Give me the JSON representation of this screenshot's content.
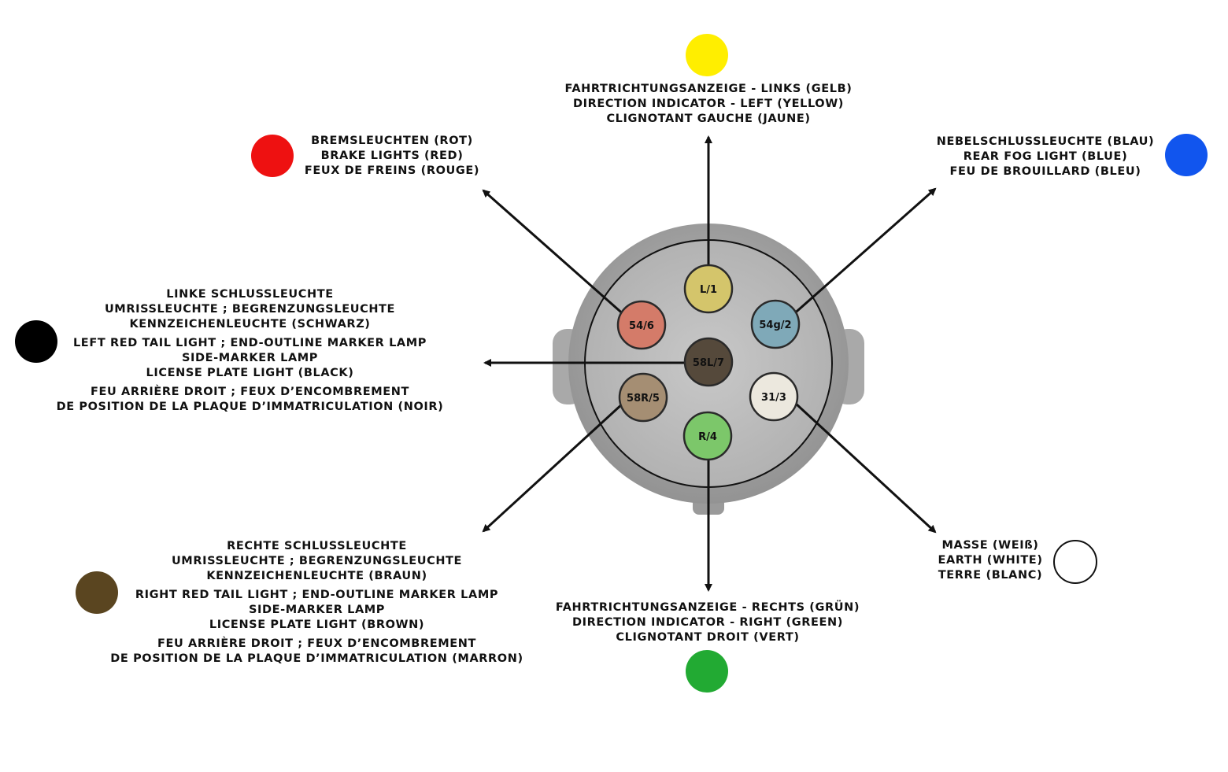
{
  "pins": [
    {
      "id": "L/1",
      "fill": "#d4c56b",
      "name": "yellow"
    },
    {
      "id": "54g/2",
      "fill": "#7fa9b8",
      "name": "blue"
    },
    {
      "id": "31/3",
      "fill": "#ece8de",
      "name": "white"
    },
    {
      "id": "R/4",
      "fill": "#7cc76a",
      "name": "green"
    },
    {
      "id": "58R/5",
      "fill": "#a58e73",
      "name": "brown"
    },
    {
      "id": "54/6",
      "fill": "#d47b69",
      "name": "red"
    },
    {
      "id": "58L/7",
      "fill": "#55493b",
      "name": "black"
    }
  ],
  "legend_colors": {
    "yellow": "#ffee00",
    "red": "#ee1111",
    "blue": "#1155ee",
    "black": "#000000",
    "brown": "#5a4520",
    "white": "#ffffff",
    "green": "#22aa33"
  },
  "labels": {
    "yellow": {
      "line1": "FAHRTRICHTUNGSANZEIGE - LINKS (GELB)",
      "line2": "DIRECTION INDICATOR - LEFT (YELLOW)",
      "line3": "CLIGNOTANT GAUCHE (JAUNE)"
    },
    "red": {
      "line1": "BREMSLEUCHTEN (ROT)",
      "line2": "BRAKE LIGHTS (RED)",
      "line3": "FEUX DE FREINS (ROUGE)"
    },
    "blue": {
      "line1": "NEBELSCHLUSSLEUCHTE (BLAU)",
      "line2": "REAR FOG LIGHT (BLUE)",
      "line3": "FEU DE BROUILLARD (BLEU)"
    },
    "black": {
      "line1": "LINKE SCHLUSSLEUCHTE",
      "line2": "UMRISSLEUCHTE ; BEGRENZUNGSLEUCHTE",
      "line3": "KENNZEICHENLEUCHTE (SCHWARZ)",
      "line4": "LEFT RED TAIL LIGHT ; END-OUTLINE MARKER LAMP",
      "line5": "SIDE-MARKER LAMP",
      "line6": "LICENSE PLATE LIGHT (BLACK)",
      "line7": "FEU ARRIÈRE DROIT ; FEUX D’ENCOMBREMENT",
      "line8": "DE POSITION DE LA PLAQUE D’IMMATRICULATION (NOIR)"
    },
    "brown": {
      "line1": "RECHTE SCHLUSSLEUCHTE",
      "line2": "UMRISSLEUCHTE ; BEGRENZUNGSLEUCHTE",
      "line3": "KENNZEICHENLEUCHTE (BRAUN)",
      "line4": "RIGHT RED TAIL LIGHT ; END-OUTLINE MARKER LAMP",
      "line5": "SIDE-MARKER LAMP",
      "line6": "LICENSE PLATE LIGHT (BROWN)",
      "line7": "FEU ARRIÈRE DROIT ; FEUX D’ENCOMBREMENT",
      "line8": "DE POSITION DE LA PLAQUE D’IMMATRICULATION (MARRON)"
    },
    "white": {
      "line1": "MASSE (WEIß)",
      "line2": "EARTH (WHITE)",
      "line3": "TERRE (BLANC)"
    },
    "green": {
      "line1": "FAHRTRICHTUNGSANZEIGE - RECHTS (GRÜN)",
      "line2": "DIRECTION INDICATOR - RIGHT (GREEN)",
      "line3": "CLIGNOTANT DROIT (VERT)"
    }
  }
}
